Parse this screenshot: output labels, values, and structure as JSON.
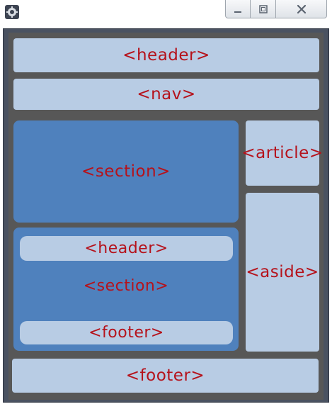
{
  "window": {
    "controls": {
      "minimize_icon": "minimize-icon",
      "maximize_icon": "maximize-icon",
      "close_icon": "close-icon"
    },
    "app_icon": "gear-icon"
  },
  "layout": {
    "header": "<header>",
    "nav": "<nav>",
    "section_top": "<section>",
    "article": "<article>",
    "section_group": {
      "header": "<header>",
      "section": "<section>",
      "footer": "<footer>"
    },
    "aside": "<aside>",
    "footer": "<footer>"
  },
  "colors": {
    "text": "#b5121b",
    "light_box": "#b8cce4",
    "dark_box": "#4f81bd",
    "background": "#575757",
    "frame": "#4a5261"
  }
}
